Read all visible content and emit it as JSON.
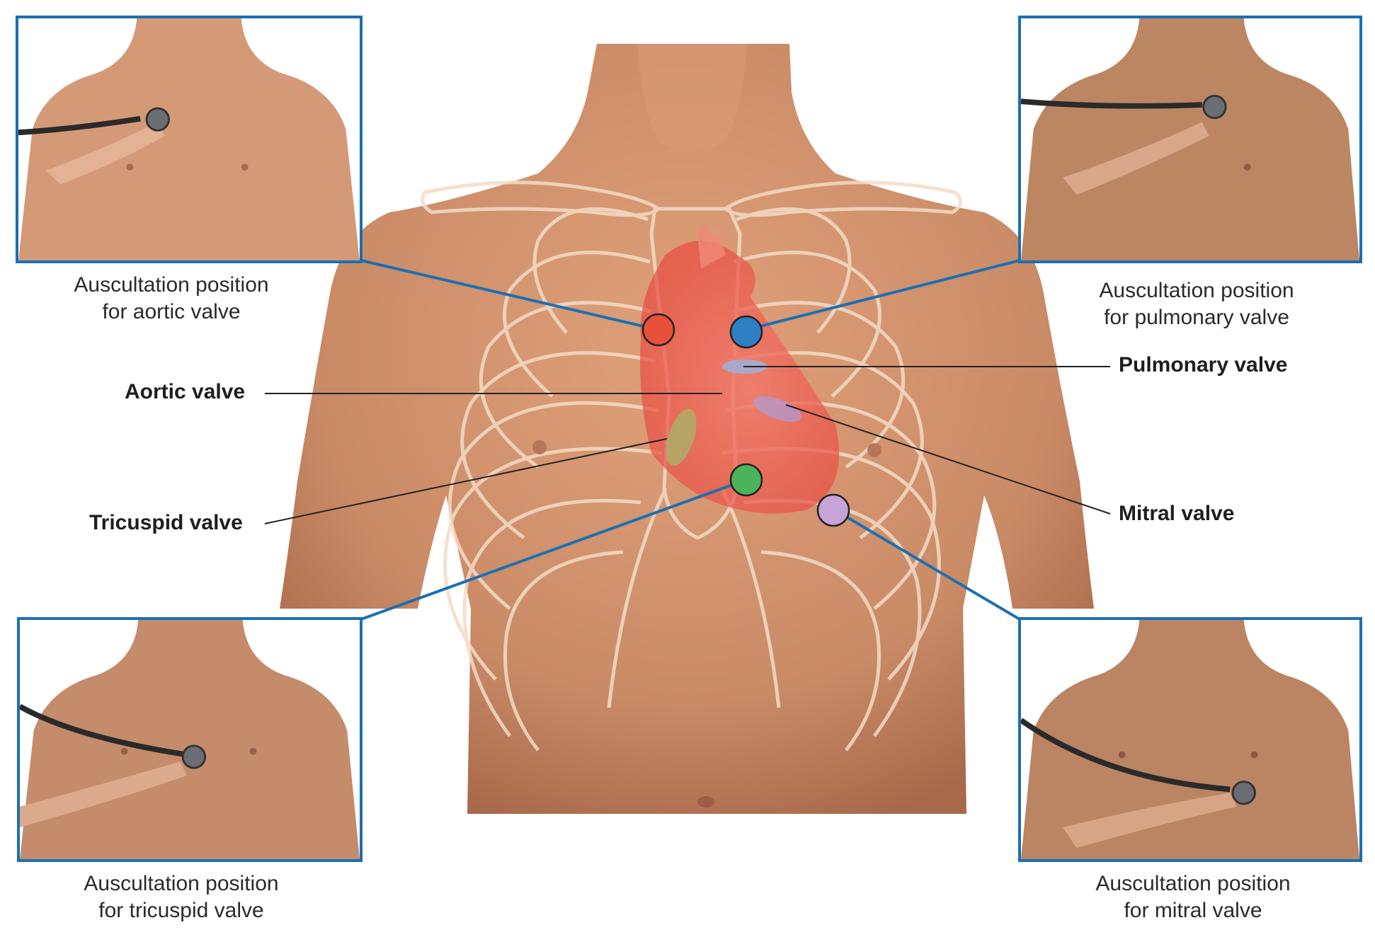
{
  "colors": {
    "frame": "#1b6fb3",
    "aortic": "#e8503a",
    "pulmonary": "#2f7fc4",
    "tricuspid": "#4db35a",
    "mitral": "#c7a4d8",
    "skin": "#c98a66",
    "heart": "#e84a40"
  },
  "photos": [
    {
      "id": "aortic",
      "caption_line1": "Auscultation position",
      "caption_line2": "for aortic valve"
    },
    {
      "id": "pulmonary",
      "caption_line1": "Auscultation position",
      "caption_line2": "for pulmonary valve"
    },
    {
      "id": "tricuspid",
      "caption_line1": "Auscultation position",
      "caption_line2": "for tricuspid valve"
    },
    {
      "id": "mitral",
      "caption_line1": "Auscultation position",
      "caption_line2": "for mitral valve"
    }
  ],
  "labels": {
    "aortic": "Aortic valve",
    "pulmonary": "Pulmonary valve",
    "tricuspid": "Tricuspid valve",
    "mitral": "Mitral valve"
  },
  "icons": {
    "torso": "torso-illustration",
    "ribcage": "ribcage-outline",
    "heart": "heart-illustration",
    "stethoscope": "stethoscope-icon"
  }
}
